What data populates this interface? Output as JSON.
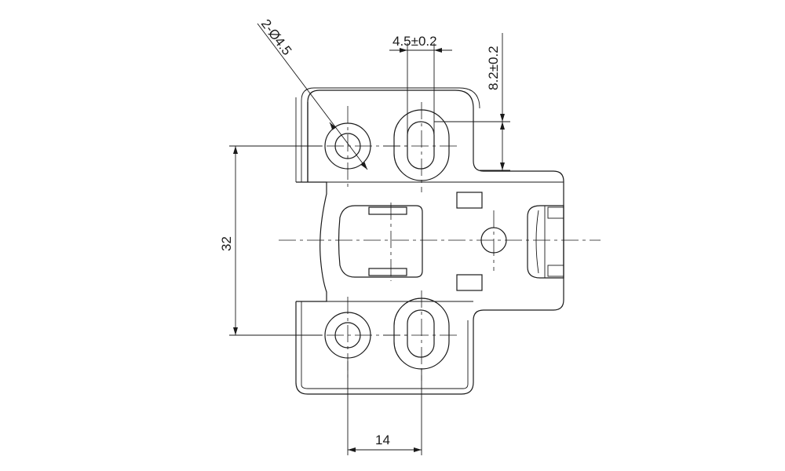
{
  "dimensions": {
    "hole_callout": "2-Ø4.5",
    "slot_width": "4.5±0.2",
    "slot_offset": "8.2±0.2",
    "vertical_spacing": "32",
    "horizontal_spacing": "14"
  }
}
